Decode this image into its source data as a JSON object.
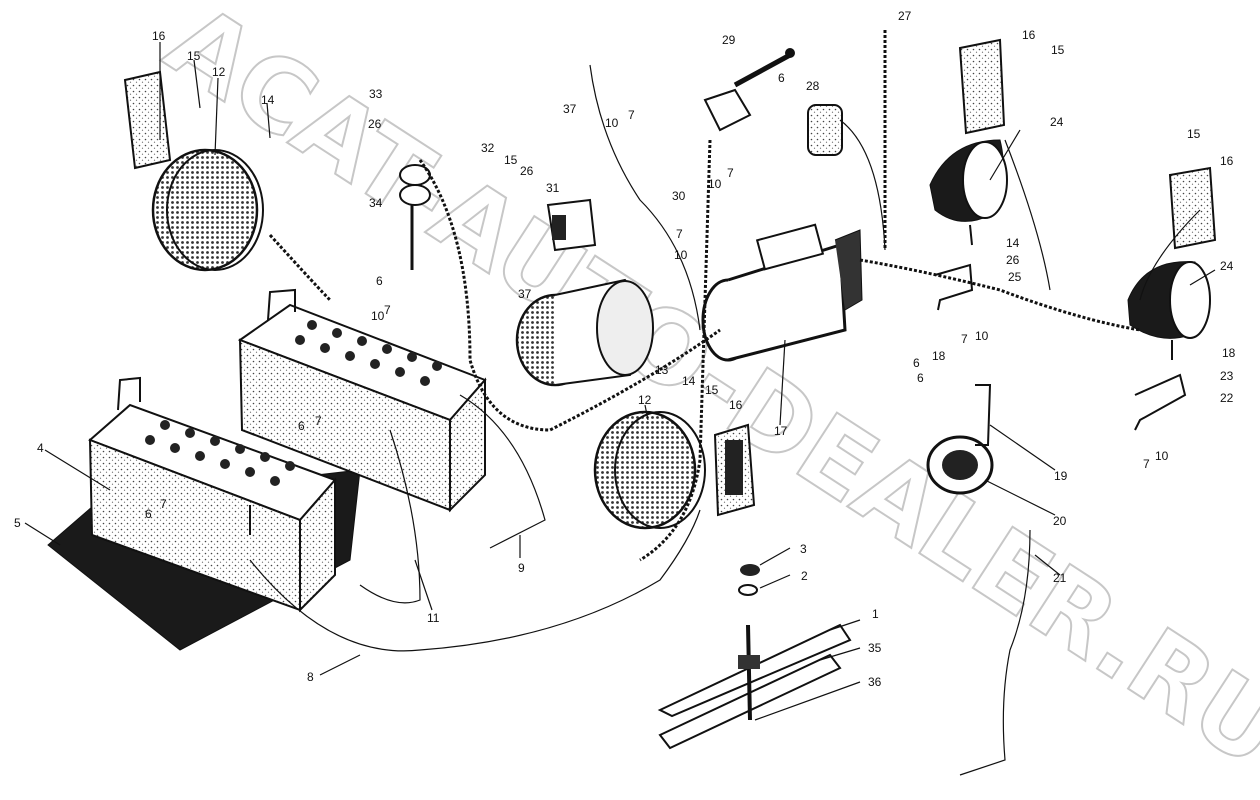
{
  "watermark": "ACAT-AUTO-DEALER.RU",
  "callouts": [
    {
      "id": "c1",
      "text": "1"
    },
    {
      "id": "c2",
      "text": "2"
    },
    {
      "id": "c3",
      "text": "3"
    },
    {
      "id": "c4",
      "text": "4"
    },
    {
      "id": "c5",
      "text": "5"
    },
    {
      "id": "c6a",
      "text": "6"
    },
    {
      "id": "c6b",
      "text": "6"
    },
    {
      "id": "c6c",
      "text": "6"
    },
    {
      "id": "c6d",
      "text": "6"
    },
    {
      "id": "c6e",
      "text": "6"
    },
    {
      "id": "c6f",
      "text": "6"
    },
    {
      "id": "c7a",
      "text": "7"
    },
    {
      "id": "c7b",
      "text": "7"
    },
    {
      "id": "c7c",
      "text": "7"
    },
    {
      "id": "c7d",
      "text": "7"
    },
    {
      "id": "c7e",
      "text": "7"
    },
    {
      "id": "c7f",
      "text": "7"
    },
    {
      "id": "c7g",
      "text": "7"
    },
    {
      "id": "c7h",
      "text": "7"
    },
    {
      "id": "c8",
      "text": "8"
    },
    {
      "id": "c9",
      "text": "9"
    },
    {
      "id": "c10a",
      "text": "10"
    },
    {
      "id": "c10b",
      "text": "10"
    },
    {
      "id": "c10c",
      "text": "10"
    },
    {
      "id": "c10d",
      "text": "10"
    },
    {
      "id": "c10e",
      "text": "10"
    },
    {
      "id": "c10f",
      "text": "10"
    },
    {
      "id": "c11",
      "text": "11"
    },
    {
      "id": "c12a",
      "text": "12"
    },
    {
      "id": "c12b",
      "text": "12"
    },
    {
      "id": "c13",
      "text": "13"
    },
    {
      "id": "c14a",
      "text": "14"
    },
    {
      "id": "c14b",
      "text": "14"
    },
    {
      "id": "c14c",
      "text": "14"
    },
    {
      "id": "c15a",
      "text": "15"
    },
    {
      "id": "c15b",
      "text": "15"
    },
    {
      "id": "c15c",
      "text": "15"
    },
    {
      "id": "c15d",
      "text": "15"
    },
    {
      "id": "c15e",
      "text": "15"
    },
    {
      "id": "c16a",
      "text": "16"
    },
    {
      "id": "c16b",
      "text": "16"
    },
    {
      "id": "c16c",
      "text": "16"
    },
    {
      "id": "c16d",
      "text": "16"
    },
    {
      "id": "c17",
      "text": "17"
    },
    {
      "id": "c18a",
      "text": "18"
    },
    {
      "id": "c18b",
      "text": "18"
    },
    {
      "id": "c19",
      "text": "19"
    },
    {
      "id": "c20",
      "text": "20"
    },
    {
      "id": "c21",
      "text": "21"
    },
    {
      "id": "c22",
      "text": "22"
    },
    {
      "id": "c23",
      "text": "23"
    },
    {
      "id": "c24a",
      "text": "24"
    },
    {
      "id": "c24b",
      "text": "24"
    },
    {
      "id": "c25",
      "text": "25"
    },
    {
      "id": "c26a",
      "text": "26"
    },
    {
      "id": "c26b",
      "text": "26"
    },
    {
      "id": "c26c",
      "text": "26"
    },
    {
      "id": "c27",
      "text": "27"
    },
    {
      "id": "c28",
      "text": "28"
    },
    {
      "id": "c29",
      "text": "29"
    },
    {
      "id": "c30",
      "text": "30"
    },
    {
      "id": "c31",
      "text": "31"
    },
    {
      "id": "c32",
      "text": "32"
    },
    {
      "id": "c33",
      "text": "33"
    },
    {
      "id": "c34",
      "text": "34"
    },
    {
      "id": "c35",
      "text": "35"
    },
    {
      "id": "c36",
      "text": "36"
    },
    {
      "id": "c37a",
      "text": "37"
    },
    {
      "id": "c37b",
      "text": "37"
    }
  ]
}
